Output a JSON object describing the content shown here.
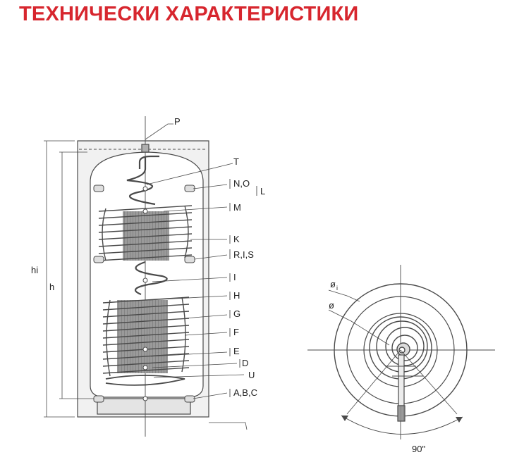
{
  "title": "ТЕХНИЧЕСКИ ХАРАКТЕРИСТИКИ",
  "colors": {
    "title": "#d7262e",
    "line": "#4a4a4a",
    "tank_fill": "#f1f1f1"
  },
  "side_view": {
    "dimension_labels": {
      "outer_height": "hi",
      "inner_height": "h"
    },
    "top_label": "P",
    "labels": [
      {
        "key": "T",
        "text": "T"
      },
      {
        "key": "NO",
        "text": "N,O"
      },
      {
        "key": "L",
        "text": "L"
      },
      {
        "key": "M",
        "text": "M"
      },
      {
        "key": "K",
        "text": "K"
      },
      {
        "key": "RIS",
        "text": "R,I,S"
      },
      {
        "key": "I",
        "text": "I"
      },
      {
        "key": "H",
        "text": "H"
      },
      {
        "key": "G",
        "text": "G"
      },
      {
        "key": "F",
        "text": "F"
      },
      {
        "key": "E",
        "text": "E"
      },
      {
        "key": "D",
        "text": "D"
      },
      {
        "key": "U",
        "text": "U"
      },
      {
        "key": "ABC",
        "text": "A,B,C"
      }
    ]
  },
  "top_view": {
    "outer_diameter_label": "ø",
    "outer_diameter_sub": "i",
    "inner_diameter_label": "ø",
    "angle_label": "90\""
  }
}
